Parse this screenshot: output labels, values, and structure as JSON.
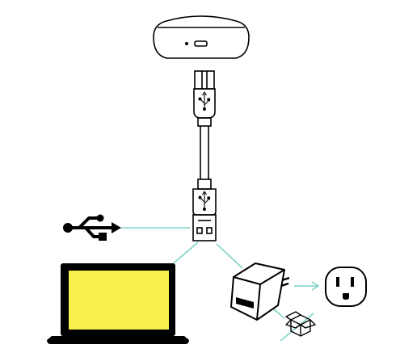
{
  "diagram": {
    "nodes": [
      {
        "id": "charging-case",
        "icon": "earbuds-case-icon"
      },
      {
        "id": "usb-cable",
        "icon": "usb-cable-icon"
      },
      {
        "id": "usb-port",
        "icon": "usb-symbol-icon"
      },
      {
        "id": "laptop",
        "icon": "laptop-icon"
      },
      {
        "id": "wall-adapter",
        "icon": "power-adapter-icon"
      },
      {
        "id": "wall-outlet",
        "icon": "wall-outlet-icon"
      },
      {
        "id": "not-included",
        "icon": "crossed-box-icon"
      }
    ],
    "colors": {
      "line": "#000000",
      "connector": "#7fd3c9",
      "laptop_screen": "#f7ef4a",
      "background": "#ffffff"
    }
  }
}
